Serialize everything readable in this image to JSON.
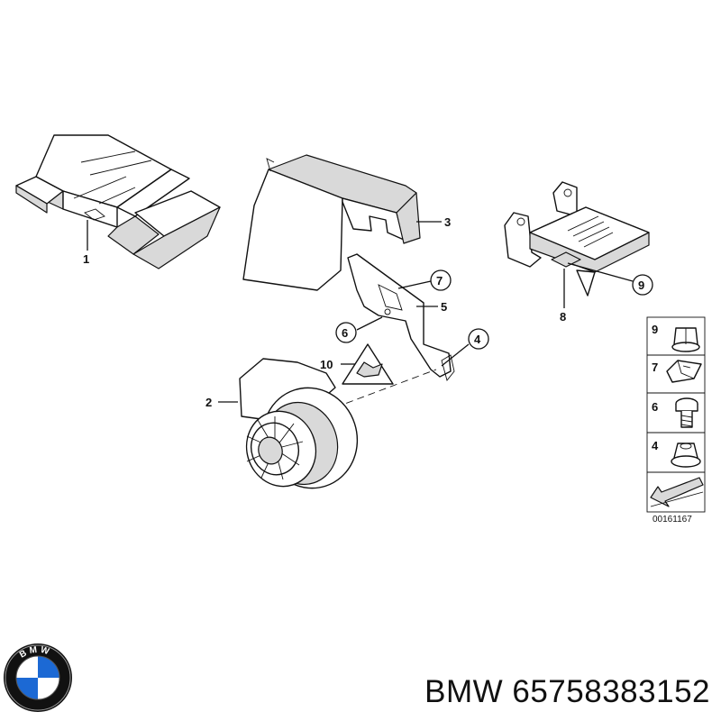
{
  "diagram": {
    "drawing_code": "00161167",
    "callouts": {
      "c1": "1",
      "c2": "2",
      "c3": "3",
      "c4": "4",
      "c5": "5",
      "c6": "6",
      "c7": "7",
      "c8": "8",
      "c9": "9",
      "c10": "10"
    },
    "legend": {
      "items": [
        {
          "label": "9"
        },
        {
          "label": "7"
        },
        {
          "label": "6"
        },
        {
          "label": "4"
        }
      ]
    }
  },
  "footer": {
    "brand": "BMW",
    "part_number": "65758383152",
    "logo_text": "BMW"
  }
}
